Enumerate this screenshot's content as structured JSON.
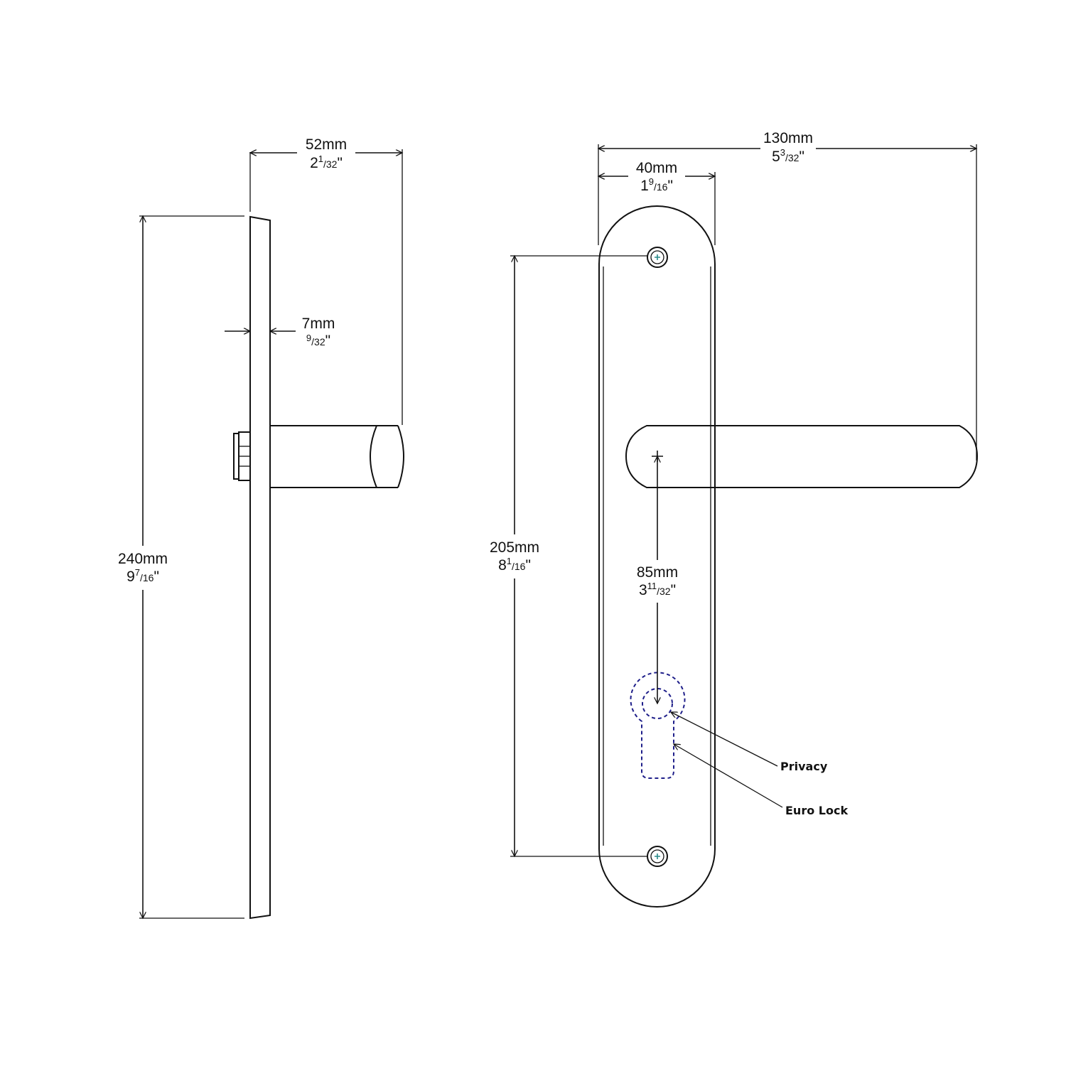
{
  "dimensions": {
    "width_52": {
      "metric": "52mm",
      "imp_whole": "2",
      "imp_num": "1",
      "imp_den": "32",
      "imp_suffix": "\""
    },
    "thickness_7": {
      "metric": "7mm",
      "imp_whole": "",
      "imp_num": "9",
      "imp_den": "32",
      "imp_suffix": "\""
    },
    "height_240": {
      "metric": "240mm",
      "imp_whole": "9",
      "imp_num": "7",
      "imp_den": "16",
      "imp_suffix": "\""
    },
    "width_130": {
      "metric": "130mm",
      "imp_whole": "5",
      "imp_num": "3",
      "imp_den": "32",
      "imp_suffix": "\""
    },
    "width_40": {
      "metric": "40mm",
      "imp_whole": "1",
      "imp_num": "9",
      "imp_den": "16",
      "imp_suffix": "\""
    },
    "centers_205": {
      "metric": "205mm",
      "imp_whole": "8",
      "imp_num": "1",
      "imp_den": "16",
      "imp_suffix": "\""
    },
    "offset_85": {
      "metric": "85mm",
      "imp_whole": "3",
      "imp_num": "11",
      "imp_den": "32",
      "imp_suffix": "\""
    }
  },
  "callouts": {
    "privacy": "Privacy",
    "euro_lock": "Euro Lock"
  },
  "colors": {
    "line": "#111111",
    "hidden_line": "#1f1f8a",
    "screw_mark": "#2a8a8a"
  }
}
